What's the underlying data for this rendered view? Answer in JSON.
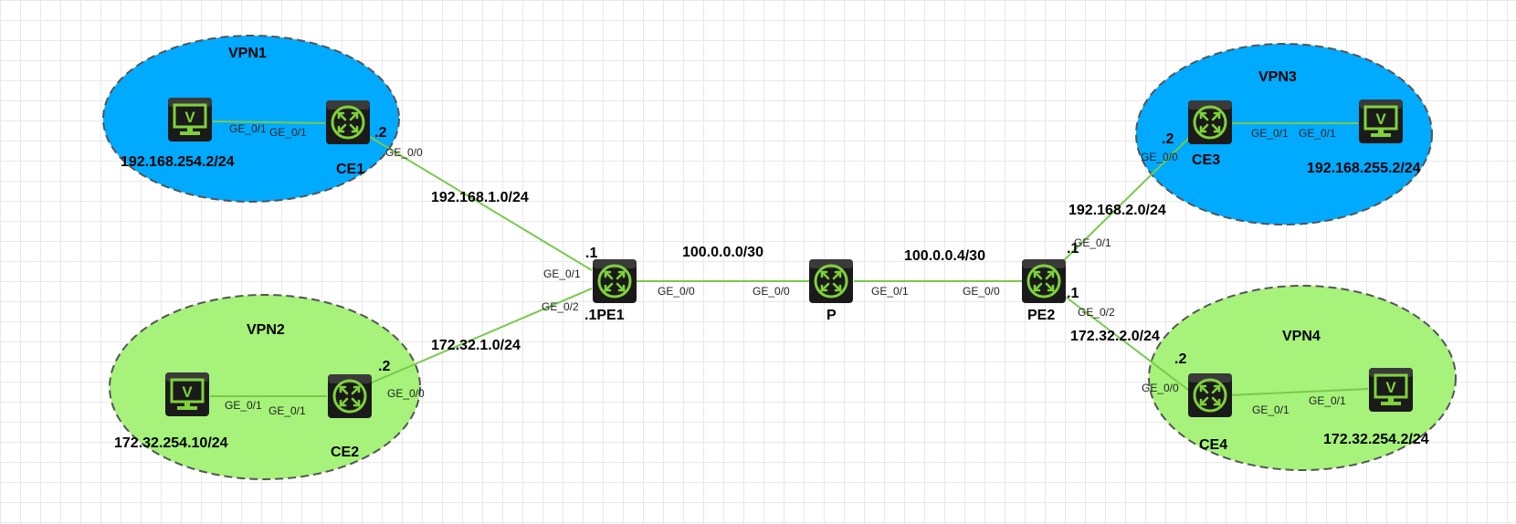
{
  "colors": {
    "vpn_blue": "#00aaff",
    "vpn_green": "#a6f27a",
    "link": "#79c94a",
    "device_bg": "#1a1a1a",
    "device_accent": "#7fd23b"
  },
  "vpns": {
    "vpn1": "VPN1",
    "vpn2": "VPN2",
    "vpn3": "VPN3",
    "vpn4": "VPN4"
  },
  "devices": {
    "ce1": "CE1",
    "ce2": "CE2",
    "ce3": "CE3",
    "ce4": "CE4",
    "pe1": ".1PE1",
    "p": "P",
    "pe2": "PE2",
    "pc1": "monitor-icon",
    "pc2": "monitor-icon",
    "pc3": "monitor-icon",
    "pc4": "monitor-icon"
  },
  "hosts": {
    "h1": "192.168.254.2/24",
    "h2": "172.32.254.10/24",
    "h3": "192.168.255.2/24",
    "h4": "172.32.254.2/24"
  },
  "networks": {
    "n1": "192.168.1.0/24",
    "n2": "172.32.1.0/24",
    "n3": "100.0.0.0/30",
    "n4": "100.0.0.4/30",
    "n5": "192.168.2.0/24",
    "n6": "172.32.2.0/24"
  },
  "addr_suffixes": {
    "ce1": ".2",
    "ce2": ".2",
    "ce3": ".2",
    "ce4": ".2",
    "pe1_top": ".1",
    "pe2_top": ".1",
    "pe2_bottom": ".1"
  },
  "interfaces": {
    "pc1_ge01": "GE_0/1",
    "ce1_ge01": "GE_0/1",
    "ce1_ge00": "GE_0/0",
    "pe1_ge01": "GE_0/1",
    "pe1_ge02": "GE_0/2",
    "pe1_ge00": "GE_0/0",
    "p_ge00": "GE_0/0",
    "p_ge01": "GE_0/1",
    "pe2_ge00": "GE_0/0",
    "pe2_ge01": "GE_0/1",
    "pe2_ge02": "GE_0/2",
    "ce2_ge00": "GE_0/0",
    "ce2_ge01": "GE_0/1",
    "pc2_ge01": "GE_0/1",
    "ce3_ge00": "GE_0/0",
    "ce3_ge01": "GE_0/1",
    "pc3_ge01": "GE_0/1",
    "ce4_ge00": "GE_0/0",
    "ce4_ge01": "GE_0/1",
    "pc4_ge01": "GE_0/1"
  }
}
